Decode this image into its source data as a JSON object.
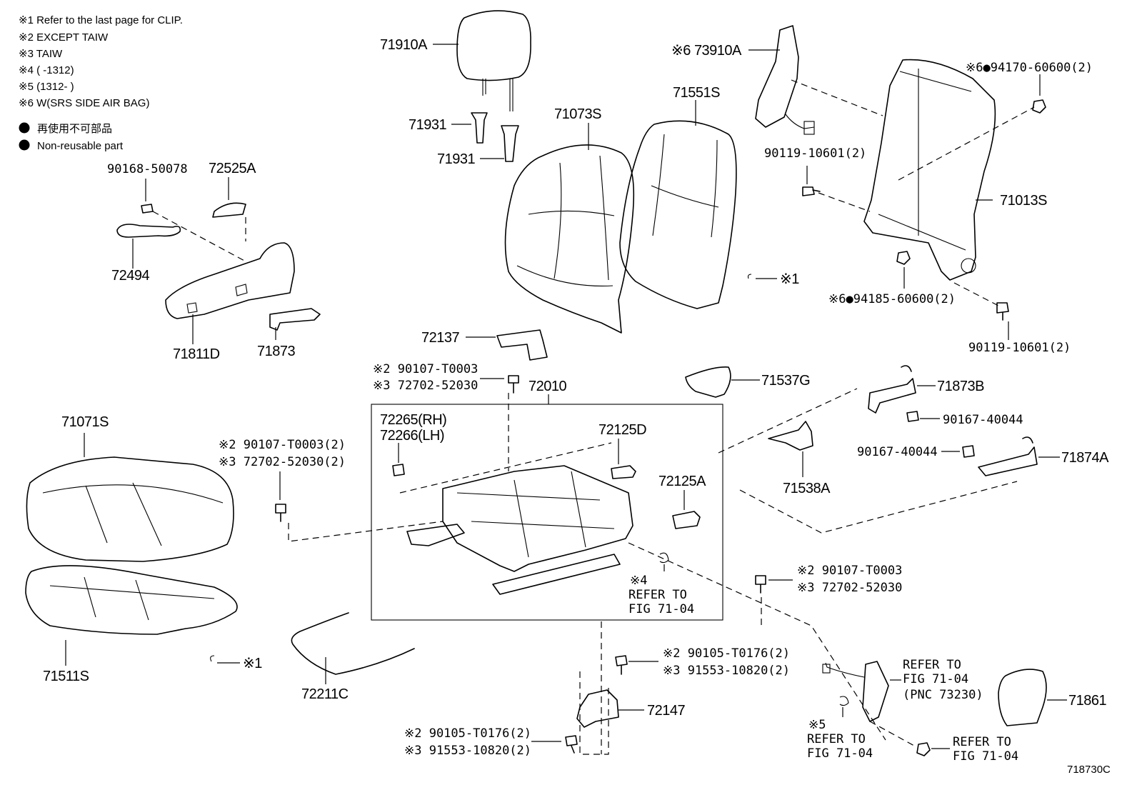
{
  "notes": {
    "n1": "※1 Refer to the last page for CLIP.",
    "n2": "※2 EXCEPT TAIW",
    "n3": "※3 TAIW",
    "n4": "※4 (      -1312)",
    "n5": "※5 (1312-      )",
    "n6": "※6 W(SRS SIDE AIR BAG)",
    "legend_jp": "再使用不可部品",
    "legend_en": "Non-reusable part"
  },
  "labels": {
    "p71910A": "71910A",
    "p71931a": "71931",
    "p71931b": "71931",
    "p71073S": "71073S",
    "p71551S": "71551S",
    "p73910A": "※6 73910A",
    "p94170": "※6●94170-60600(2)",
    "p90119a": "90119-10601(2)",
    "p71013S": "71013S",
    "p94185": "※6●94185-60600(2)",
    "p90119b": "90119-10601(2)",
    "clip1": "※1",
    "p90168": "90168-50078",
    "p72525A": "72525A",
    "p72494": "72494",
    "p71811D": "71811D",
    "p71873": "71873",
    "p72137": "72137",
    "p90107a2": "※2 90107-T0003",
    "p72702a3": "※3 72702-52030",
    "p72010": "72010",
    "p71537G": "71537G",
    "p71873B": "71873B",
    "p90167a": "90167-40044",
    "p72265": "72265(RH)",
    "p72266": "72266(LH)",
    "p72125D": "72125D",
    "p72125A": "72125A",
    "p71538A": "71538A",
    "p90167b": "90167-40044",
    "p71874A": "71874A",
    "p71071S": "71071S",
    "p90107b2": "※2 90107-T0003(2)",
    "p72702b3": "※3 72702-52030(2)",
    "ref4a": "※4",
    "ref4b": "REFER TO",
    "ref4c": "FIG 71-04",
    "p90107c2": "※2 90107-T0003",
    "p72702c3": "※3 72702-52030",
    "p71511S": "71511S",
    "clip2": "※1",
    "p72211C": "72211C",
    "p90105a2": "※2 90105-T0176(2)",
    "p91553a3": "※3 91553-10820(2)",
    "p72147": "72147",
    "p90105b2": "※2 90105-T0176(2)",
    "p91553b3": "※3 91553-10820(2)",
    "belt1": "REFER TO",
    "belt2": "FIG 71-04",
    "belt3": "(PNC 73230)",
    "p71861": "71861",
    "ref5a": "※5",
    "ref5b": "REFER TO",
    "ref5c": "FIG 71-04",
    "ref6b": "REFER TO",
    "ref6c": "FIG 71-04",
    "figno": "718730C"
  }
}
